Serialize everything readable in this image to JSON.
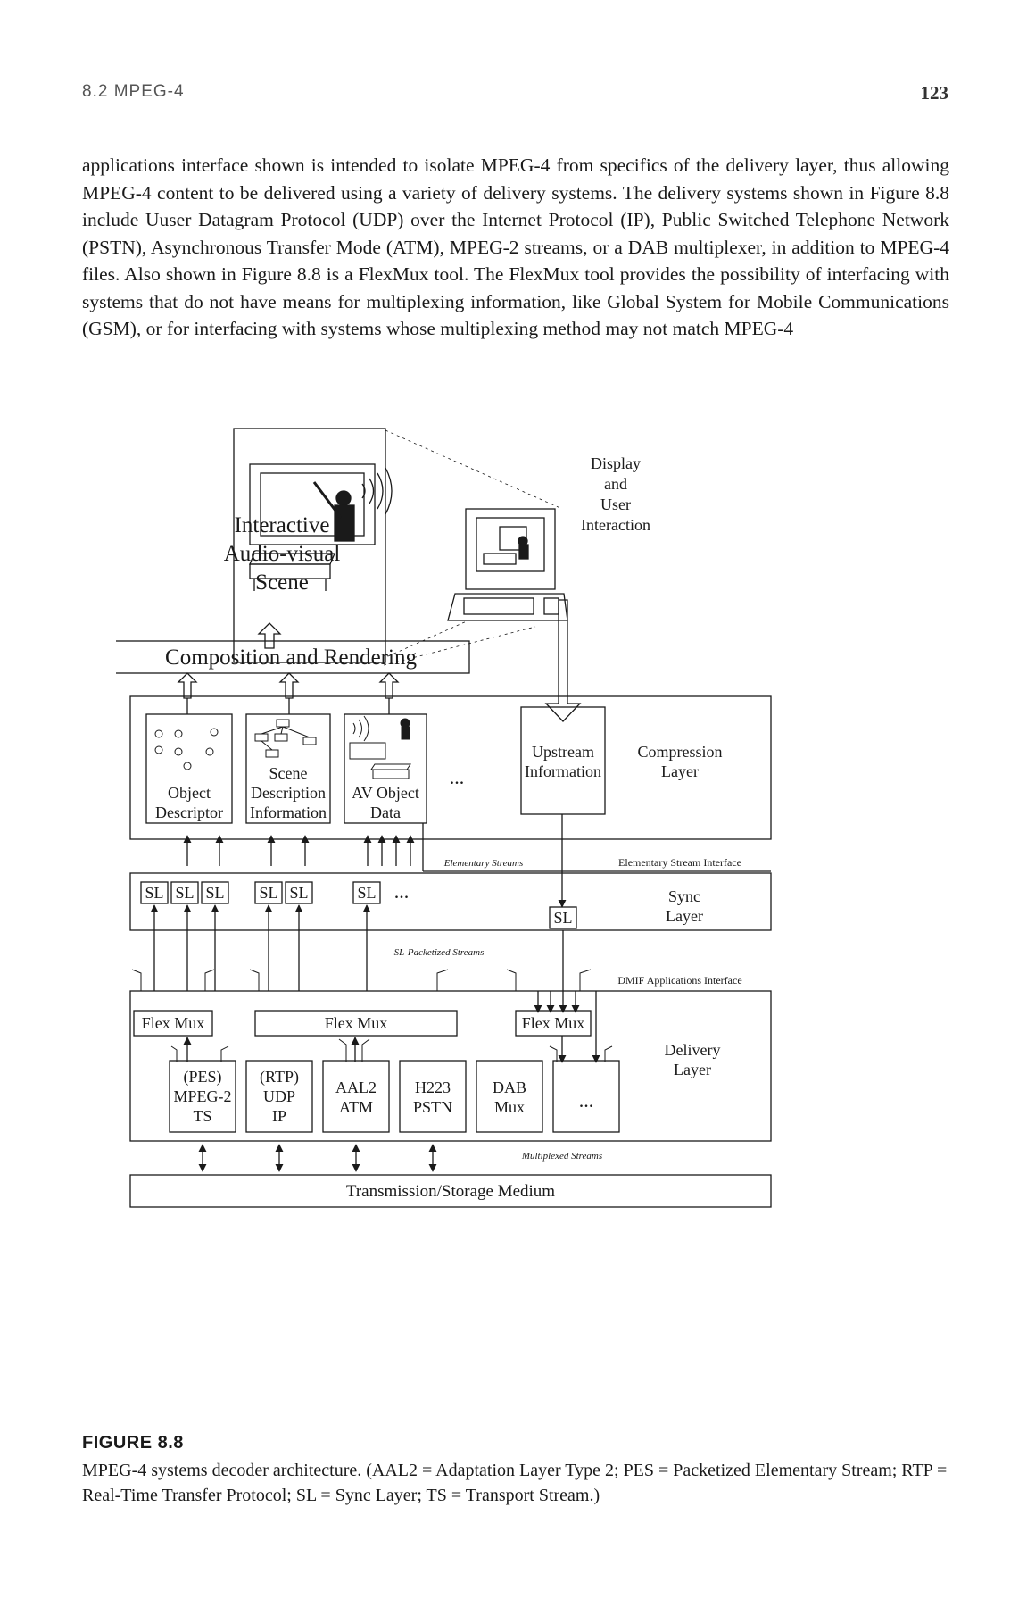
{
  "header": {
    "section": "8.2 MPEG-4",
    "page_number": "123"
  },
  "body_paragraph": "applications interface shown is intended to isolate MPEG-4 from specifics of the delivery layer, thus allowing MPEG-4 content to be delivered using a variety of delivery systems. The delivery systems shown in Figure 8.8 include Uuser Datagram Protocol (UDP) over the Internet Protocol (IP), Public Switched Telephone Network (PSTN), Asynchronous Transfer Mode (ATM), MPEG-2 streams, or a DAB multiplexer, in addition to MPEG-4 files. Also shown in Figure 8.8 is a FlexMux tool. The FlexMux tool provides the possibility of interfacing with systems that do not have means for multiplexing information, like Global System for Mobile Communications (GSM), or for interfacing with systems whose multiplexing method may not match MPEG-4",
  "figure": {
    "scene_label": [
      "Interactive",
      "Audio-visual",
      "Scene"
    ],
    "display_label": [
      "Display",
      "and",
      "User",
      "Interaction"
    ],
    "composition": "Composition and Rendering",
    "object_descriptor": [
      "Object",
      "Descriptor"
    ],
    "scene_description": [
      "Scene",
      "Description",
      "Information"
    ],
    "av_object_data": [
      "AV Object",
      "Data"
    ],
    "ellipsis": "...",
    "upstream": [
      "Upstream",
      "Information"
    ],
    "compression_layer": [
      "Compression",
      "Layer"
    ],
    "elementary_streams": "Elementary Streams",
    "es_interface": "Elementary Stream Interface",
    "sl": "SL",
    "sync_layer": [
      "Sync",
      "Layer"
    ],
    "sl_packetized": "SL-Packetized Streams",
    "dmif": "DMIF Applications Interface",
    "flexmux": "Flex Mux",
    "delivery_layer": [
      "Delivery",
      "Layer"
    ],
    "delivery_boxes": [
      [
        "(PES)",
        "MPEG-2",
        "TS"
      ],
      [
        "(RTP)",
        "UDP",
        "IP"
      ],
      [
        "AAL2",
        "ATM"
      ],
      [
        "H223",
        "PSTN"
      ],
      [
        "DAB",
        "Mux"
      ],
      [
        "..."
      ]
    ],
    "multiplexed_streams": "Multiplexed Streams",
    "transmission": "Transmission/Storage Medium"
  },
  "caption": {
    "label": "FIGURE 8.8",
    "text": "MPEG-4 systems decoder architecture. (AAL2 = Adaptation Layer Type 2; PES = Packetized Elementary Stream; RTP = Real-Time Transfer Protocol; SL = Sync Layer; TS = Transport Stream.)"
  }
}
